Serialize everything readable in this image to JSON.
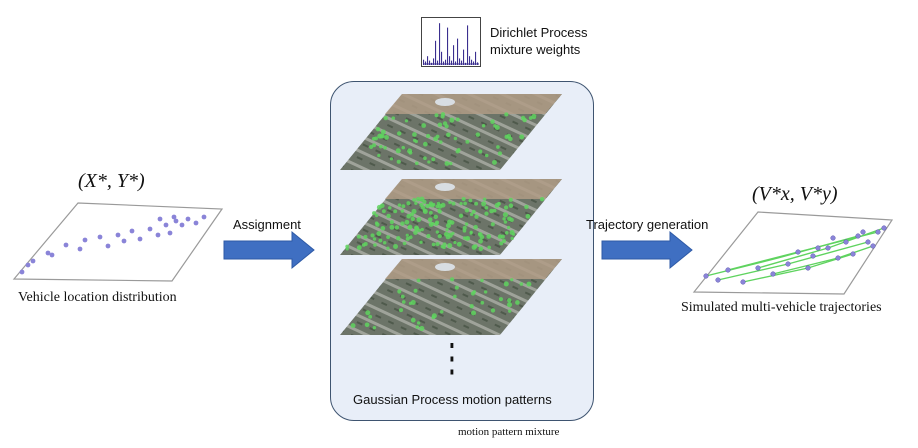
{
  "dp_weights": {
    "line1": "Dirichlet Process",
    "line2": "mixture weights",
    "bars": [
      0.12,
      0.08,
      0.2,
      0.1,
      0.05,
      0.15,
      0.55,
      0.1,
      0.95,
      0.3,
      0.08,
      0.12,
      0.85,
      0.2,
      0.1,
      0.45,
      0.08,
      0.6,
      0.15,
      0.1,
      0.35,
      0.05,
      0.9,
      0.2,
      0.12,
      0.08,
      0.3,
      0.06
    ]
  },
  "input": {
    "formula": "(X*, Y*)",
    "caption": "Vehicle location distribution"
  },
  "assignment": {
    "label": "Assignment"
  },
  "gp_box": {
    "caption": "Gaussian Process motion patterns",
    "ellipsis": "⋮"
  },
  "trajectory": {
    "label": "Trajectory generation"
  },
  "output": {
    "formula": "(V*x, V*y)",
    "caption": "Simulated multi-vehicle trajectories"
  },
  "footer": {
    "label": "motion pattern mixture"
  },
  "colors": {
    "arrow": "#3f6fc2",
    "box_fill": "#e8eef8",
    "box_border": "#3e5470",
    "points": "#8a84d8",
    "trajectories": "#5fd35f",
    "bars": "#3b2f8f"
  }
}
